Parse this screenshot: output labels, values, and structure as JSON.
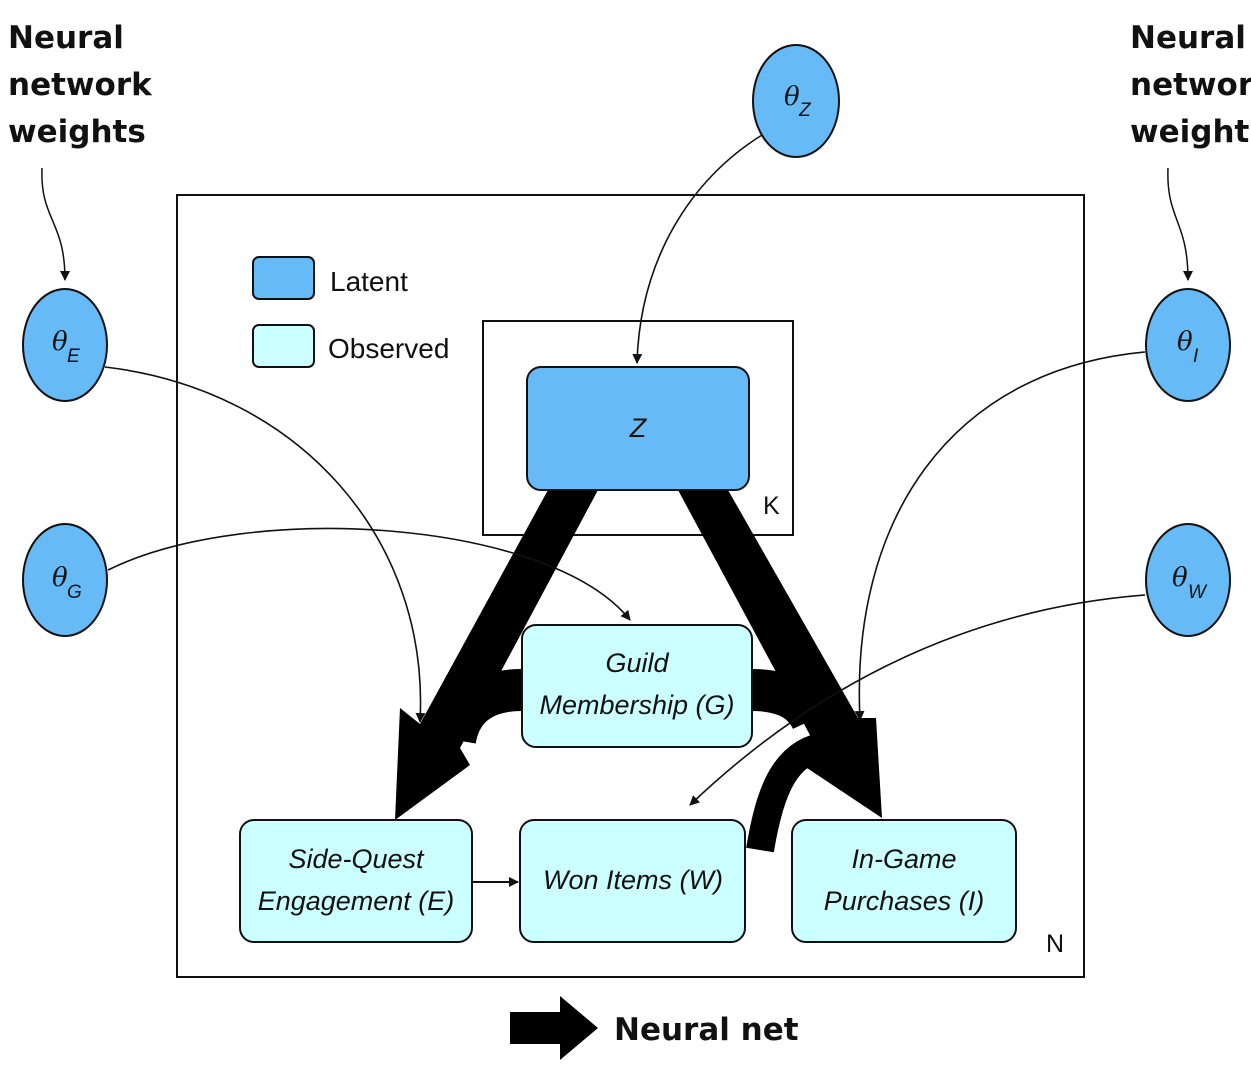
{
  "colors": {
    "latent": "#66bbf7",
    "observed": "#ccffff",
    "stroke": "#1a1a1a",
    "neural_net": "#000000"
  },
  "annotations": {
    "left_weights": [
      "Neural",
      "network",
      "weights"
    ],
    "right_weights": [
      "Neural",
      "network",
      "weights"
    ]
  },
  "legend": {
    "latent": "Latent",
    "observed": "Observed",
    "neural_net": "Neural net"
  },
  "plates": {
    "outer": "N",
    "inner": "K"
  },
  "nodes": {
    "z": "Z",
    "theta": "θ",
    "theta_z_sub": "Z",
    "theta_e_sub": "E",
    "theta_g_sub": "G",
    "theta_i_sub": "I",
    "theta_w_sub": "W",
    "guild": [
      "Guild",
      "Membership (G)"
    ],
    "side_quest": [
      "Side-Quest",
      "Engagement (E)"
    ],
    "won_items": "Won Items (W)",
    "in_game": [
      "In-Game",
      "Purchases (I)"
    ]
  }
}
